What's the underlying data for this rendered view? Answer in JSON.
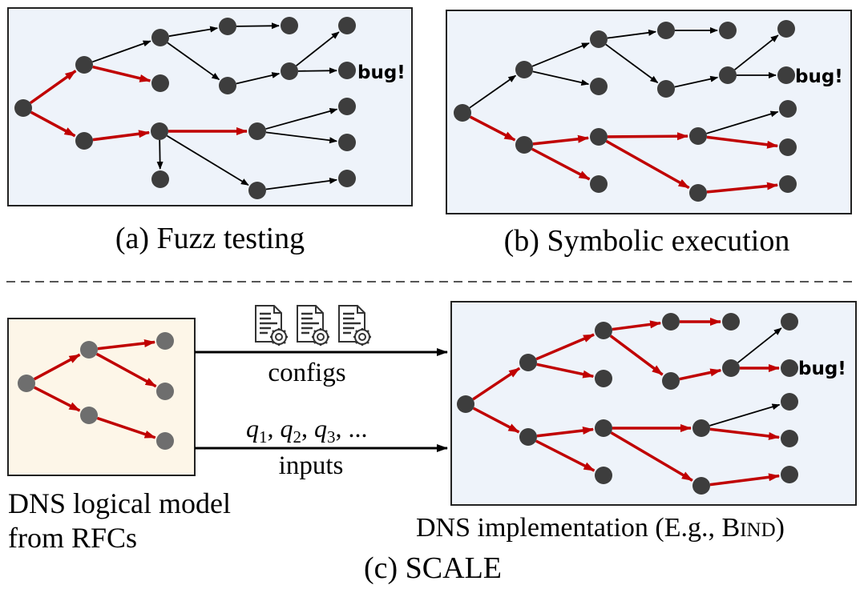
{
  "panels": {
    "fuzz": {
      "caption": "(a) Fuzz testing",
      "bug_label": "bug!"
    },
    "symbolic": {
      "caption": "(b) Symbolic execution",
      "bug_label": "bug!"
    },
    "scale": {
      "caption": "(c) SCALE",
      "model_label_line1": "DNS logical model",
      "model_label_line2": "from RFCs",
      "configs_label": "configs",
      "inputs_label": "inputs",
      "queries_prefix": "q",
      "queries_ellipsis": ", ...",
      "impl_label_prefix": "DNS implementation (E.g., B",
      "impl_label_smallcaps": "IND",
      "impl_label_suffix": ")",
      "bug_label": "bug!"
    }
  },
  "colors": {
    "panel_bg": "#eef3fa",
    "model_bg": "#fdf6e8",
    "node_dark": "#3d3d3d",
    "node_grey": "#6e6e6e",
    "explored_edge": "#c00000",
    "edge": "#000000",
    "divider": "#555555"
  },
  "icons": [
    "config-file-icon",
    "config-file-icon",
    "config-file-icon"
  ]
}
